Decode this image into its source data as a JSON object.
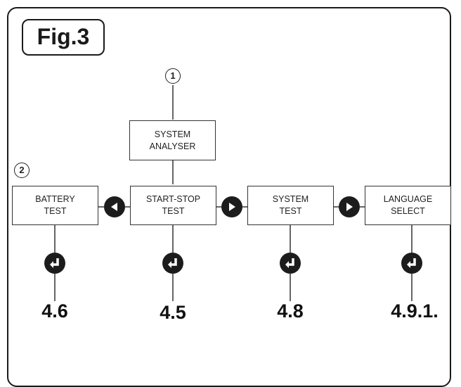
{
  "figure": {
    "title": "Fig.3"
  },
  "markers": {
    "m1": "1",
    "m2": "2"
  },
  "boxes": {
    "system_analyser": [
      "SYSTEM",
      "ANALYSER"
    ],
    "battery_test": [
      "BATTERY",
      "TEST"
    ],
    "start_stop_test": [
      "START-STOP",
      "TEST"
    ],
    "system_test": [
      "SYSTEM",
      "TEST"
    ],
    "language_select": [
      "LANGUAGE",
      "SELECT"
    ]
  },
  "sections": {
    "battery": "4.6",
    "start_stop": "4.5",
    "system": "4.8",
    "language": "4.9.1."
  },
  "icons": {
    "left_arrow": "left-arrow-button-icon",
    "right_arrow": "right-arrow-button-icon",
    "enter": "enter-button-icon"
  },
  "colors": {
    "ink": "#1c1c1c",
    "background": "#ffffff"
  }
}
